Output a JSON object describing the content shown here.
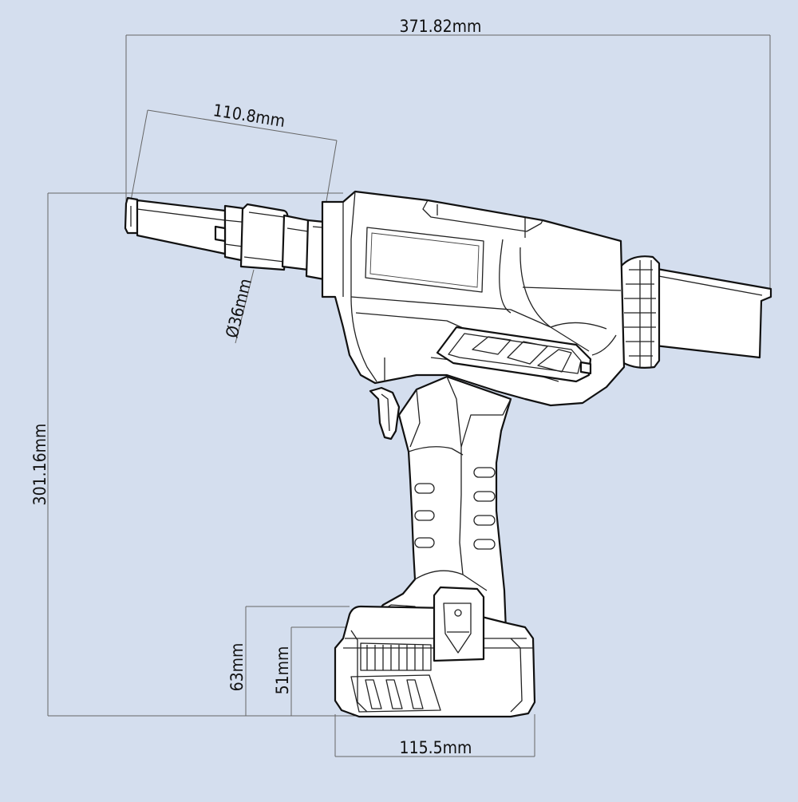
{
  "dimensions": {
    "overall_length": "371.82mm",
    "nose_length": "110.8mm",
    "nose_diameter": "Ø36mm",
    "overall_height": "301.16mm",
    "battery_height_outer": "63mm",
    "battery_height_inner": "51mm",
    "battery_width": "115.5mm"
  }
}
